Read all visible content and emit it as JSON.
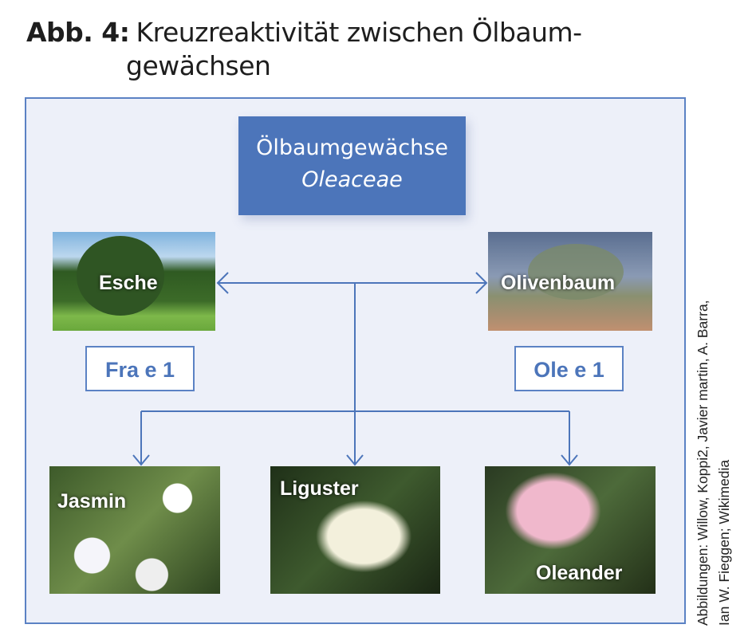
{
  "title": {
    "label": "Abb. 4:",
    "line1": "Kreuzreaktivität zwischen Ölbaum-",
    "line2": "gewächsen"
  },
  "family": {
    "name": "Ölbaumgewächse",
    "latin": "Oleaceae"
  },
  "trees": [
    {
      "name": "Esche",
      "allergen": "Fra e 1"
    },
    {
      "name": "Olivenbaum",
      "allergen": "Ole e 1"
    }
  ],
  "plants": [
    {
      "name": "Jasmin"
    },
    {
      "name": "Liguster"
    },
    {
      "name": "Oleander"
    }
  ],
  "credit": {
    "line1": "Abbildungen: Willow, Koppi2, Javier martin, A. Barra,",
    "line2": "Ian W. Fieggen; Wikimedia"
  },
  "colors": {
    "accent": "#4c75ba",
    "frame": "#5b82c4",
    "background": "#edf0f9"
  }
}
